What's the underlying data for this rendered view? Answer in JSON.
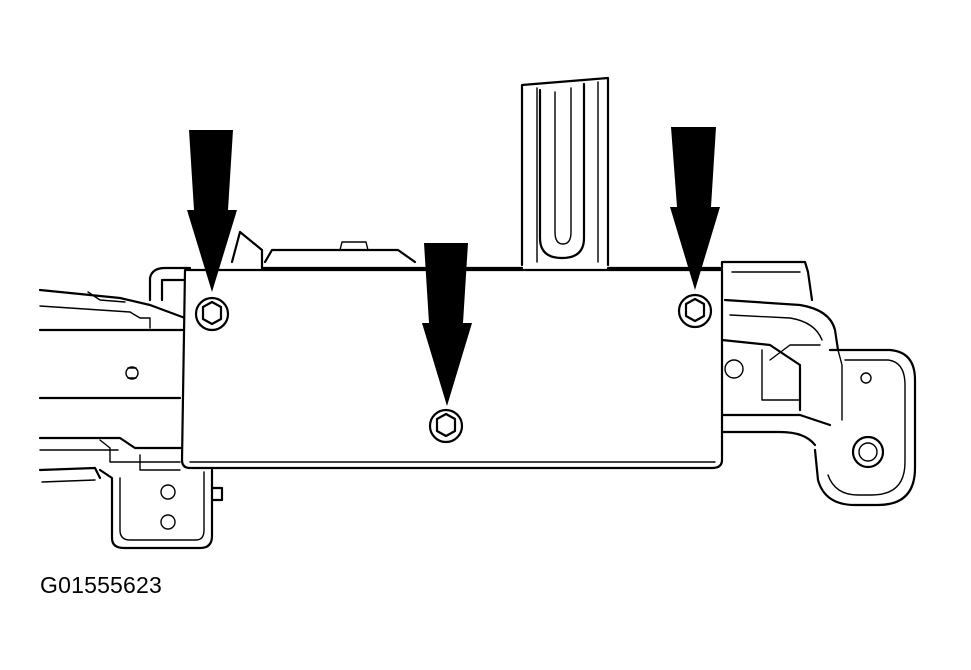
{
  "figure": {
    "id_label": "G01555623",
    "line_color": "#000000",
    "background": "#ffffff",
    "arrow_color": "#000000",
    "callouts": [
      {
        "name": "left-bolt",
        "target": "bolt"
      },
      {
        "name": "center-bolt",
        "target": "bolt"
      },
      {
        "name": "right-bolt",
        "target": "bolt"
      }
    ]
  }
}
